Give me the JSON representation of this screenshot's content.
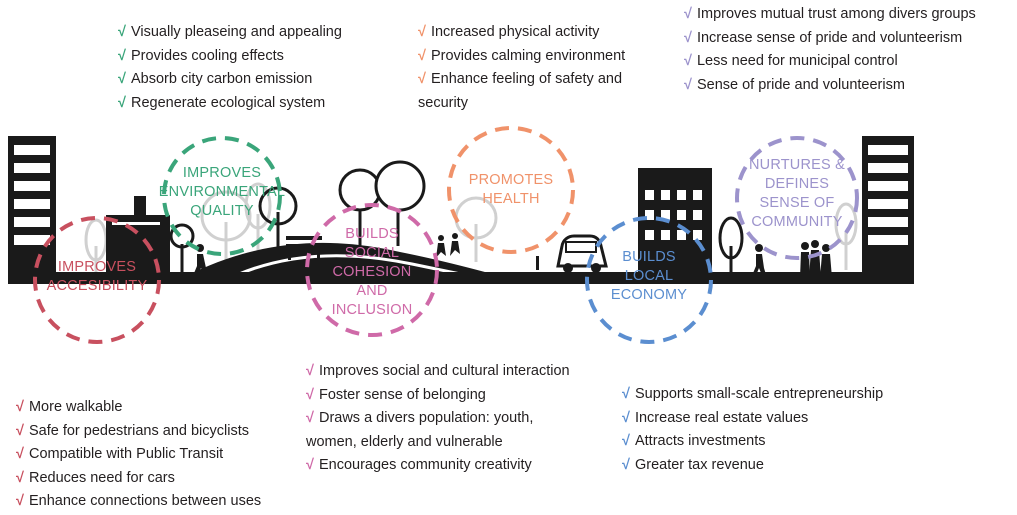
{
  "colors": {
    "environment": "#3aa57a",
    "health": "#f0926a",
    "community": "#9c93cc",
    "accessibility": "#c8505f",
    "social": "#cf6aa8",
    "economy": "#5b8ed0",
    "ground": "#1a1a1a",
    "text": "#231f20"
  },
  "circles": {
    "environment": "IMPROVES\nENVIRONMENTAL\nQUALITY",
    "health": "PROMOTES\nHEALTH",
    "community": "NURTURES &\nDEFINES\nSENSE OF\nCOMMUNITY",
    "accessibility": "IMPROVES\nACCESIBILITY",
    "social": "BUILDS\nSOCIAL\nCOHESION\nAND\nINCLUSION",
    "economy": "BUILDS\nLOCAL\nECONOMY"
  },
  "check_mark": "√",
  "lists": {
    "environment": [
      "Visually pleaseing and appealing",
      "Provides cooling effects",
      "Absorb city carbon emission",
      "Regenerate ecological system"
    ],
    "health": [
      "Increased physical activity",
      "Provides calming environment",
      "Enhance feeling of safety and security"
    ],
    "community": [
      "Improves mutual trust among divers groups",
      "Increase sense of pride and volunteerism",
      "Less need for municipal control",
      "Sense of pride and volunteerism"
    ],
    "social": [
      "Improves social and cultural interaction",
      "Foster sense of belonging",
      "Draws a divers population: youth, women, elderly and vulnerable",
      "Encourages community creativity"
    ],
    "accessibility": [
      "More walkable",
      "Safe for pedestrians and bicyclists",
      "Compatible with Public Transit",
      "Reduces need for cars",
      "Enhance connections between uses"
    ],
    "economy": [
      "Supports small-scale entrepreneurship",
      "Increase real estate values",
      "Attracts investments",
      "Greater tax revenue"
    ]
  }
}
